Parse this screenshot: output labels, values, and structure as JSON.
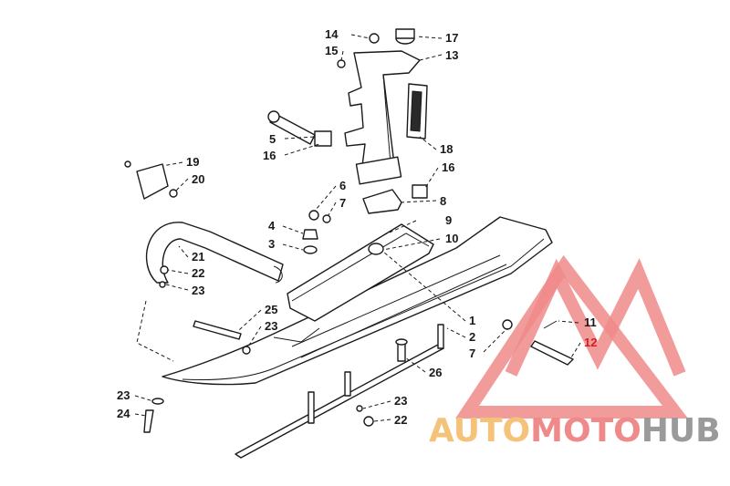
{
  "callouts": {
    "c14": "14",
    "c15": "15",
    "c17": "17",
    "c13": "13",
    "c5": "5",
    "c16a": "16",
    "c18": "18",
    "c16b": "16",
    "c19": "19",
    "c20": "20",
    "c6": "6",
    "c7a": "7",
    "c8": "8",
    "c4": "4",
    "c9": "9",
    "c3": "3",
    "c10": "10",
    "c21": "21",
    "c22a": "22",
    "c23a": "23",
    "c25": "25",
    "c23b": "23",
    "c1": "1",
    "c11": "11",
    "c2": "2",
    "c12": "12",
    "c7b": "7",
    "c26": "26",
    "c23c": "23",
    "c23d": "23",
    "c24": "24",
    "c22b": "22"
  },
  "watermark": {
    "part1": "AUTO",
    "part2": "MOTO",
    "part3": "HUB",
    "colors": {
      "auto": "#f5c27a",
      "moto": "#f08a8a",
      "hub": "#9a9a9a"
    }
  },
  "colors": {
    "line": "#1a1a1a",
    "highlight": "#d32020"
  }
}
